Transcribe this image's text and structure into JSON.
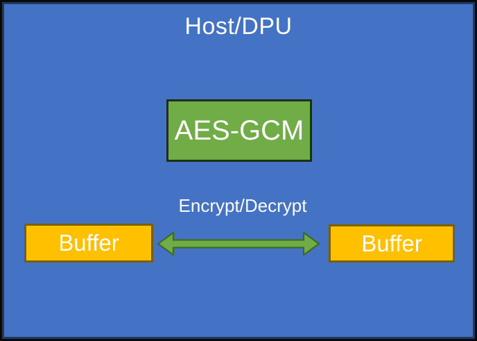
{
  "diagram": {
    "title": "Host/DPU",
    "aes_box": {
      "label": "AES-GCM"
    },
    "arrow": {
      "caption": "Encrypt/Decrypt",
      "type": "double-headed-horizontal"
    },
    "buffers": {
      "left": {
        "label": "Buffer"
      },
      "right": {
        "label": "Buffer"
      }
    },
    "colors": {
      "background_blue": "#4472c4",
      "frame_navy": "#1f3864",
      "frame_black": "#0a0a0a",
      "aes_green_fill": "#70ad47",
      "aes_green_border": "#1d2f14",
      "buffer_gold_fill": "#ffc000",
      "buffer_gold_border": "#7a6000",
      "arrow_green_fill": "#70ad47",
      "arrow_green_border": "#3e6b26",
      "text_white": "#ffffff"
    }
  }
}
